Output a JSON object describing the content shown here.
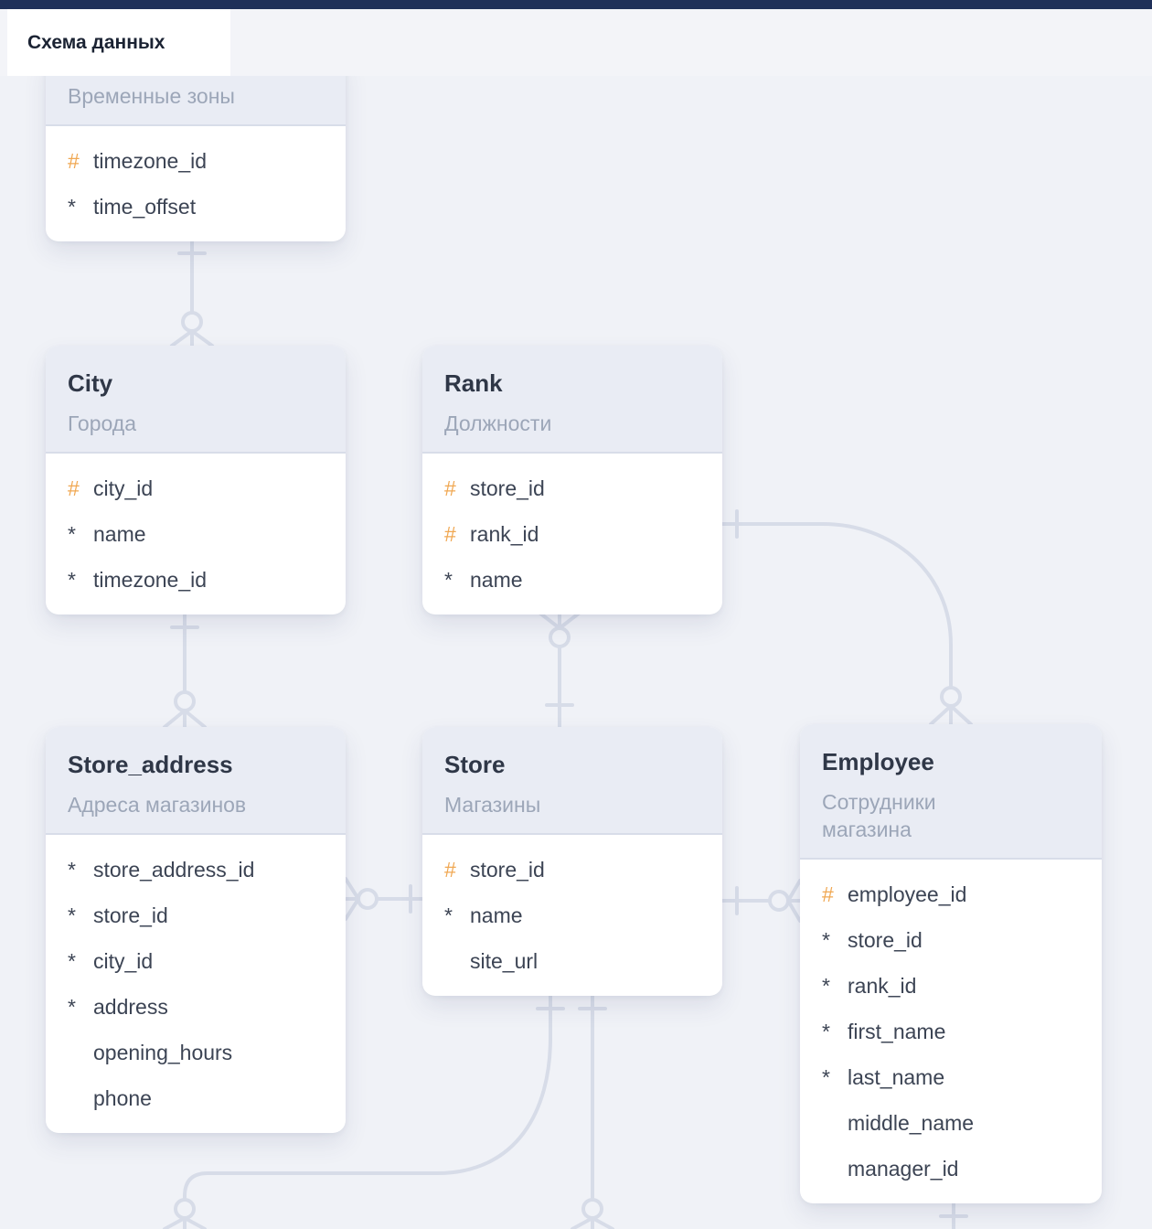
{
  "tab": {
    "label": "Схема данных"
  },
  "colors": {
    "topbar": "#1f3059",
    "canvas_bg": "#f0f2f7",
    "table_header_bg": "#e9ecf4",
    "wire": "#d7dce8",
    "key_accent": "#f0a853",
    "title_text": "#2f3747",
    "subtitle_text": "#9ca6b8",
    "field_text": "#3c4454"
  },
  "tables": [
    {
      "title": "",
      "subtitle": "Временные зоны",
      "fields": [
        {
          "prefix": "#",
          "name": "timezone_id"
        },
        {
          "prefix": "*",
          "name": "time_offset"
        }
      ]
    },
    {
      "title": "City",
      "subtitle": "Города",
      "fields": [
        {
          "prefix": "#",
          "name": "city_id"
        },
        {
          "prefix": "*",
          "name": "name"
        },
        {
          "prefix": "*",
          "name": "timezone_id"
        }
      ]
    },
    {
      "title": "Rank",
      "subtitle": "Должности",
      "fields": [
        {
          "prefix": "#",
          "name": "store_id"
        },
        {
          "prefix": "#",
          "name": "rank_id"
        },
        {
          "prefix": "*",
          "name": "name"
        }
      ]
    },
    {
      "title": "Store_address",
      "subtitle": "Адреса магазинов",
      "fields": [
        {
          "prefix": "*",
          "name": "store_address_id"
        },
        {
          "prefix": "*",
          "name": "store_id"
        },
        {
          "prefix": "*",
          "name": "city_id"
        },
        {
          "prefix": "*",
          "name": "address"
        },
        {
          "prefix": "",
          "name": "opening_hours"
        },
        {
          "prefix": "",
          "name": "phone"
        }
      ]
    },
    {
      "title": "Store",
      "subtitle": "Магазины",
      "fields": [
        {
          "prefix": "#",
          "name": "store_id"
        },
        {
          "prefix": "*",
          "name": "name"
        },
        {
          "prefix": "",
          "name": "site_url"
        }
      ]
    },
    {
      "title": "Employee",
      "subtitle": "Сотрудники магазина",
      "fields": [
        {
          "prefix": "#",
          "name": "employee_id"
        },
        {
          "prefix": "*",
          "name": "store_id"
        },
        {
          "prefix": "*",
          "name": "rank_id"
        },
        {
          "prefix": "*",
          "name": "first_name"
        },
        {
          "prefix": "*",
          "name": "last_name"
        },
        {
          "prefix": "",
          "name": "middle_name"
        },
        {
          "prefix": "",
          "name": "manager_id"
        }
      ]
    }
  ],
  "relationships": [
    {
      "from": "Временные зоны",
      "to": "City",
      "from_cardinality": "one",
      "to_cardinality": "zero-or-many"
    },
    {
      "from": "City",
      "to": "Store_address",
      "from_cardinality": "one",
      "to_cardinality": "zero-or-many"
    },
    {
      "from": "Store",
      "to": "Rank",
      "from_cardinality": "one",
      "to_cardinality": "zero-or-many"
    },
    {
      "from": "Rank",
      "to": "Employee",
      "from_cardinality": "one",
      "to_cardinality": "zero-or-many"
    },
    {
      "from": "Store",
      "to": "Store_address",
      "from_cardinality": "one",
      "to_cardinality": "zero-or-many"
    },
    {
      "from": "Store",
      "to": "Employee",
      "from_cardinality": "one",
      "to_cardinality": "zero-or-many"
    },
    {
      "from": "Store",
      "to": "offscreen",
      "from_cardinality": "one",
      "to_cardinality": "zero-or-many"
    },
    {
      "from": "Store",
      "to": "offscreen",
      "from_cardinality": "one",
      "to_cardinality": "zero-or-many"
    },
    {
      "from": "Employee",
      "to": "offscreen",
      "from_cardinality": "one",
      "to_cardinality": ""
    }
  ]
}
